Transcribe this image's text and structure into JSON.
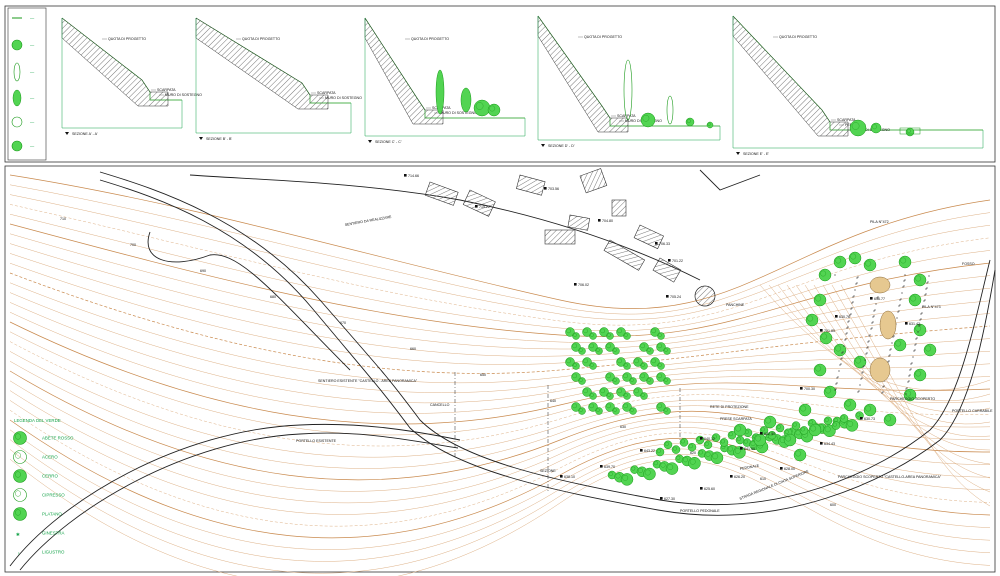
{
  "colors": {
    "tree_green": "#52d452",
    "tree_stroke": "#1a9a1a",
    "contour": "#d9a777",
    "contour_major": "#c98a4e",
    "road": "#222222",
    "hatch": "#555555",
    "legend_text": "#16a34a"
  },
  "top_strip": {
    "legend_labels": [
      "—",
      "—",
      "—",
      "—",
      "—",
      "—"
    ],
    "sections": [
      {
        "caption": "SEZIONE A' - A'",
        "labels": [
          "QUOTA DI PROGETTO",
          "SCARPATA",
          "MURO DI SOSTEGNO"
        ]
      },
      {
        "caption": "SEZIONE B' - B'",
        "labels": [
          "QUOTA DI PROGETTO",
          "SCARPATA",
          "MURO DI SOSTEGNO"
        ]
      },
      {
        "caption": "SEZIONE C' - C'",
        "labels": [
          "QUOTA DI PROGETTO",
          "SCARPATA",
          "MURO DI SOSTEGNO"
        ]
      },
      {
        "caption": "SEZIONE D' - D'",
        "labels": [
          "QUOTA DI PROGETTO",
          "SCARPATA",
          "MURO DI SOSTEGNO"
        ]
      },
      {
        "caption": "SEZIONE E' - E'",
        "labels": [
          "QUOTA DI PROGETTO",
          "SCARPATA",
          "PERCORSO",
          "MURO DI SOSTEGNO"
        ]
      }
    ]
  },
  "plan": {
    "legend_title": "LEGENDA DEL VERDE",
    "legend_items": [
      "ABETE ROSSO",
      "ACERO",
      "CERRO",
      "CIPRESSO",
      "PLATANO",
      "GINESTRA",
      "LIGUSTRO"
    ],
    "labels": {
      "sentiero_realizzare": "SENTIERO DA REALIZZARE",
      "sentiero_esistente": "SENTIERO ESISTENTE \"CASTELLO - AREA PANORAMICA\"",
      "panchine": "PANCHINE",
      "cancello": "CANCELLO",
      "portello_esistente": "PORTELLO ESISTENTE",
      "rete_protezione": "RETE DI PROTEZIONE",
      "prese_scarpata": "PRESE SCARPATA",
      "pila_nord": "PILA N°472",
      "pila_sud": "PILA N°473",
      "portello_carrabile": "PORTELLO CARRABILE",
      "parcheggio_scoperto": "PARCHEGGIO SCOPERTO",
      "portello_pedonale": "PORTELLO PEDONALE",
      "strada_regionale": "STRADA REGIONALE DI CINTA SUPERIORE",
      "pedonale": "PEDONALE",
      "piazzale_area": "PARCHEGGIO SCOPERTO \"CASTELLO-AREA PANORAMICA\"",
      "fosso": "FOSSO",
      "sezione": "SEZIONE"
    },
    "spot_heights": [
      "714.66",
      "715.22",
      "703.56",
      "704.80",
      "706.33",
      "705.24",
      "706.02",
      "701.22",
      "700.30",
      "701.85",
      "630.76",
      "636.77",
      "631.42",
      "630.73",
      "634.43",
      "628.00",
      "626.20",
      "625.60",
      "627.30",
      "622.40",
      "640.12",
      "641.50",
      "643.22",
      "639.70",
      "638.10"
    ],
    "contour_values": [
      "710",
      "700",
      "690",
      "680",
      "670",
      "660",
      "650",
      "640",
      "630",
      "620",
      "610",
      "600"
    ]
  }
}
